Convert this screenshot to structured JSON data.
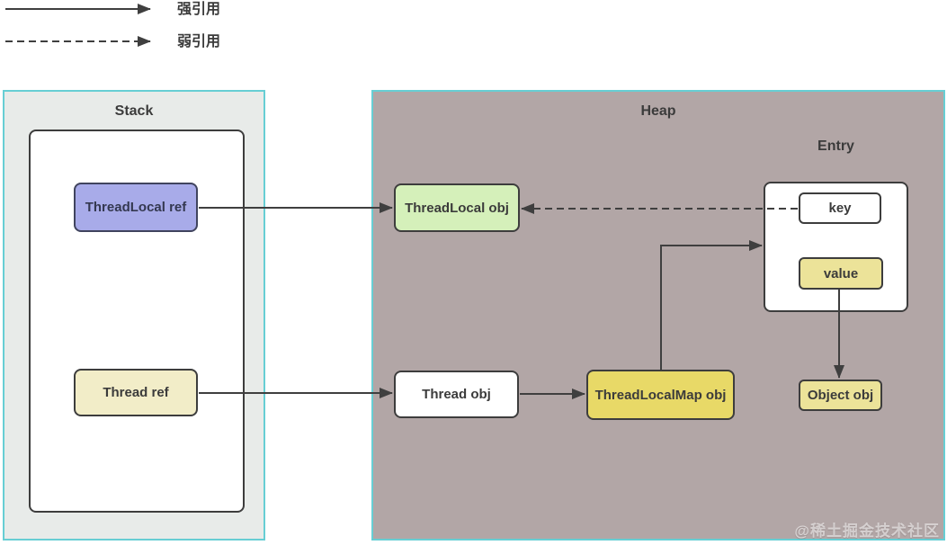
{
  "legend": {
    "strong": "强引用",
    "weak": "弱引用"
  },
  "stack": {
    "title": "Stack",
    "threadlocal_ref": "ThreadLocal ref",
    "thread_ref": "Thread ref"
  },
  "heap": {
    "title": "Heap",
    "entry_label": "Entry",
    "threadlocal_obj": "ThreadLocal obj",
    "thread_obj": "Thread obj",
    "threadlocalmap_obj": "ThreadLocalMap obj",
    "key": "key",
    "value": "value",
    "object_obj": "Object obj"
  },
  "edges": [
    {
      "from": "ThreadLocal ref",
      "to": "ThreadLocal obj",
      "type": "strong"
    },
    {
      "from": "Thread ref",
      "to": "Thread obj",
      "type": "strong"
    },
    {
      "from": "Thread obj",
      "to": "ThreadLocalMap obj",
      "type": "strong"
    },
    {
      "from": "ThreadLocalMap obj",
      "to": "Entry",
      "type": "strong"
    },
    {
      "from": "key",
      "to": "ThreadLocal obj",
      "type": "weak"
    },
    {
      "from": "value",
      "to": "Object obj",
      "type": "strong"
    }
  ],
  "watermark": "@稀土掘金技术社区",
  "colors": {
    "canvas_bg": "#ffffff",
    "stack_bg": "#e8ebe9",
    "heap_bg": "#b2a6a6",
    "container_border": "#67ced4",
    "node_border": "#3d3d3d",
    "arrow": "#3f3f3f",
    "text": "#3b3b3b",
    "threadlocal_ref_bg": "#a8abe9",
    "thread_ref_bg": "#f2edc8",
    "threadlocal_obj_bg": "#d5f0ba",
    "thread_obj_bg": "#ffffff",
    "threadlocalmap_obj_bg": "#e8d967",
    "key_bg": "#ffffff",
    "value_bg": "#ece399",
    "object_obj_bg": "#ece399"
  }
}
